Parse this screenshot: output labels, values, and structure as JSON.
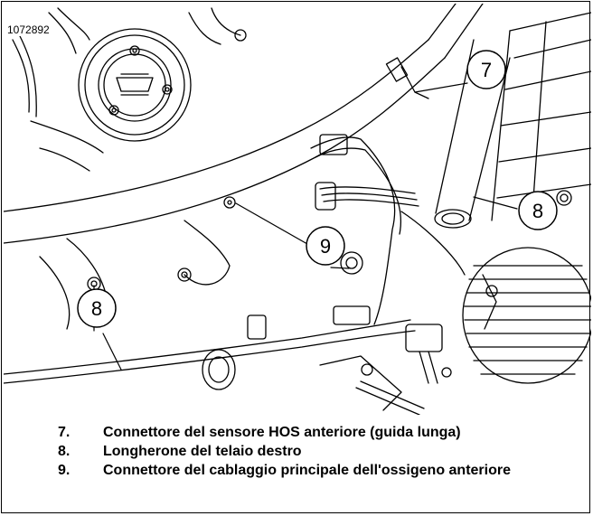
{
  "figure_id": "1072892",
  "callouts": [
    {
      "label": "7"
    },
    {
      "label": "8"
    },
    {
      "label": "8"
    },
    {
      "label": "9"
    }
  ],
  "legend": [
    {
      "number": "7.",
      "text": "Connettore del sensore HOS anteriore (guida lunga)"
    },
    {
      "number": "8.",
      "text": "Longherone del telaio destro"
    },
    {
      "number": "9.",
      "text": "Connettore del cablaggio principale dell'ossigeno anteriore"
    }
  ]
}
